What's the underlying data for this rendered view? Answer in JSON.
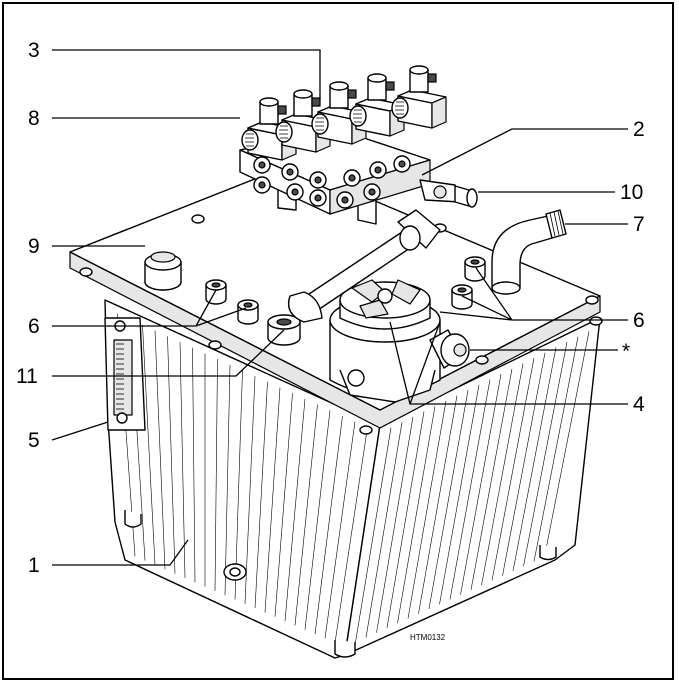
{
  "labels": {
    "l1": "1",
    "l2": "2",
    "l3": "3",
    "l4": "4",
    "l5": "5",
    "l6_left": "6",
    "l6_right": "6",
    "l7": "7",
    "l8": "8",
    "l9": "9",
    "l10": "10",
    "l11": "11",
    "star": "*"
  },
  "drawing_code": "HTM0132"
}
